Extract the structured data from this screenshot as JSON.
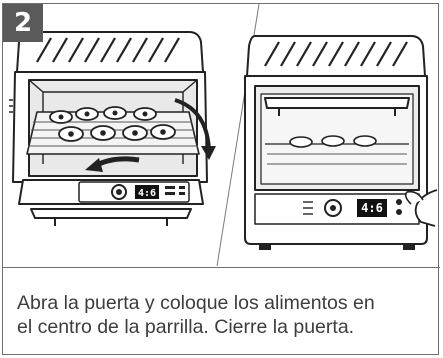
{
  "step": {
    "number": "2"
  },
  "display": {
    "left_readout": "4:6",
    "right_readout": "4:6"
  },
  "caption": {
    "line1": "Abra la puerta y coloque los alimentos en",
    "line2": "el centro de la parrilla. Cierre la puerta."
  }
}
